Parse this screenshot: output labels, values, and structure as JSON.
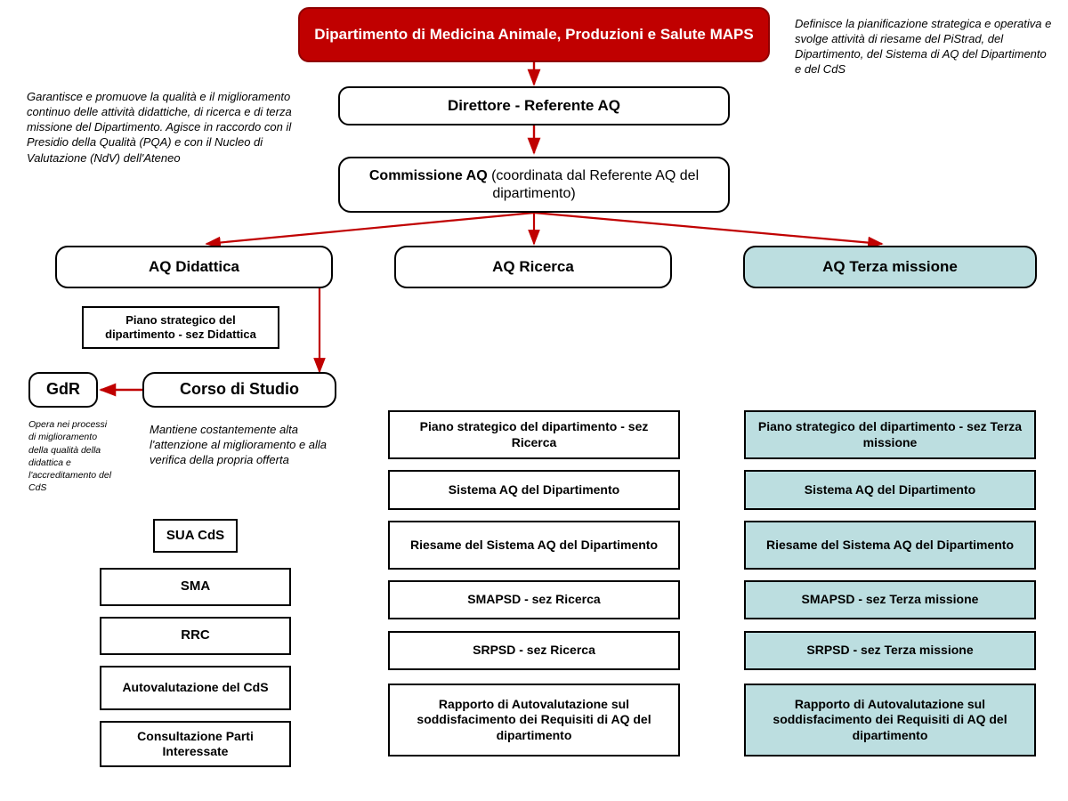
{
  "colors": {
    "header_fill": "#C00000",
    "header_text": "#FFFFFF",
    "teal_fill": "#BCDEE0",
    "arrow": "#C00000",
    "border": "#000000",
    "background": "#FFFFFF"
  },
  "diagram": {
    "type": "org-chart",
    "title": "Dipartimento di Medicina Animale, Produzioni e Salute MAPS - Sistema AQ"
  },
  "nodes": {
    "department": {
      "label": "Dipartimento di Medicina Animale, Produzioni e Salute MAPS"
    },
    "direttore": {
      "label": "Direttore - Referente AQ"
    },
    "commissione": {
      "label_bold": "Commissione AQ",
      "label_regular": " (coordinata dal Referente AQ del dipartimento)"
    },
    "aq_didattica": {
      "label": "AQ Didattica"
    },
    "aq_ricerca": {
      "label": "AQ Ricerca"
    },
    "aq_terza_missione": {
      "label": "AQ Terza missione"
    },
    "piano_didattica": {
      "label": "Piano strategico del dipartimento - sez Didattica"
    },
    "gdr": {
      "label": "GdR"
    },
    "corso_di_studio": {
      "label": "Corso di Studio"
    }
  },
  "notes": {
    "commissione_note": "Definisce la pianificazione strategica e operativa e svolge attività di riesame del PiStrad, del Dipartimento, del Sistema di AQ del Dipartimento e del CdS",
    "direttore_note": "Garantisce e promuove la qualità e il miglioramento continuo delle attività didattiche, di ricerca e di terza missione del Dipartimento. Agisce in raccordo con il Presidio della Qualità (PQA) e con il Nucleo di Valutazione (NdV) dell'Ateneo",
    "gdr_note": "Opera nei processi di miglioramento della qualità della didattica e l'accreditamento del CdS",
    "cds_note": "Mantiene costantemente alta l'attenzione al miglioramento e alla verifica della propria offerta"
  },
  "didattica_documents": [
    {
      "label": "SUA CdS"
    },
    {
      "label": "SMA"
    },
    {
      "label": "RRC"
    },
    {
      "label": "Autovalutazione del CdS"
    },
    {
      "label": "Consultazione Parti Interessate"
    }
  ],
  "ricerca_documents": [
    {
      "label": "Piano strategico del dipartimento - sez Ricerca"
    },
    {
      "label": "Sistema AQ del Dipartimento"
    },
    {
      "label": "Riesame del Sistema AQ del Dipartimento"
    },
    {
      "label": "SMAPSD - sez Ricerca"
    },
    {
      "label": "SRPSD - sez Ricerca"
    },
    {
      "label": "Rapporto di Autovalutazione sul soddisfacimento dei Requisiti di AQ del dipartimento"
    }
  ],
  "terza_missione_documents": [
    {
      "label": "Piano strategico del dipartimento - sez Terza missione"
    },
    {
      "label": "Sistema AQ del Dipartimento"
    },
    {
      "label": "Riesame del Sistema AQ del Dipartimento"
    },
    {
      "label": "SMAPSD - sez Terza missione"
    },
    {
      "label": "SRPSD - sez Terza missione"
    },
    {
      "label": "Rapporto di Autovalutazione sul soddisfacimento dei Requisiti di AQ del dipartimento"
    }
  ]
}
